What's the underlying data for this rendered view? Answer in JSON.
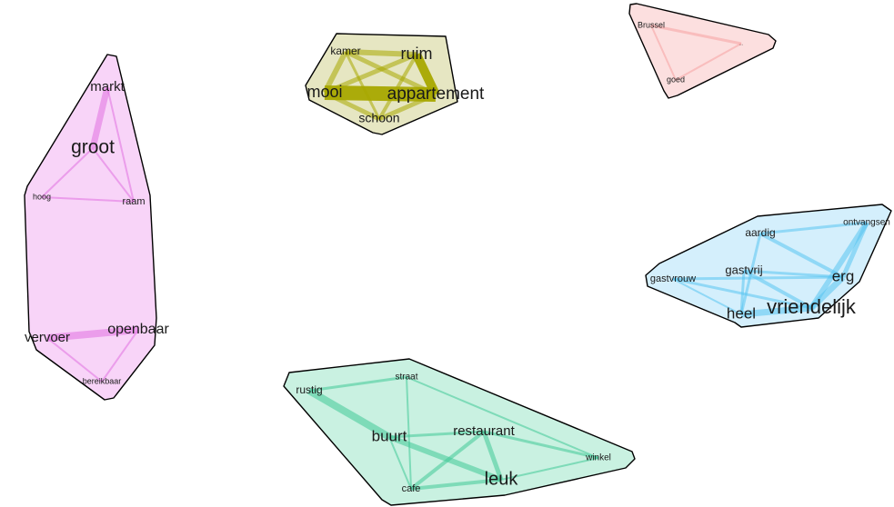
{
  "diagram": {
    "type": "word co-occurrence network",
    "clusters": [
      {
        "id": "magenta",
        "color": "#f0a0f0",
        "edge_color": "#e070e0",
        "nodes": [
          {
            "id": "markt",
            "label": "markt"
          },
          {
            "id": "groot",
            "label": "groot"
          },
          {
            "id": "hoog",
            "label": "hoog"
          },
          {
            "id": "raam",
            "label": "raam"
          },
          {
            "id": "vervoer",
            "label": "vervoer"
          },
          {
            "id": "openbaar",
            "label": "openbaar"
          },
          {
            "id": "bereikbaar",
            "label": "bereikbaar"
          }
        ],
        "edges": [
          [
            "markt",
            "groot"
          ],
          [
            "groot",
            "hoog"
          ],
          [
            "groot",
            "raam"
          ],
          [
            "hoog",
            "raam"
          ],
          [
            "markt",
            "raam"
          ],
          [
            "vervoer",
            "openbaar"
          ],
          [
            "vervoer",
            "bereikbaar"
          ],
          [
            "openbaar",
            "bereikbaar"
          ]
        ]
      },
      {
        "id": "olive",
        "color": "#c8c878",
        "edge_color": "#a8a800",
        "nodes": [
          {
            "id": "kamer",
            "label": "kamer"
          },
          {
            "id": "ruim",
            "label": "ruim"
          },
          {
            "id": "mooi",
            "label": "mooi"
          },
          {
            "id": "appartement",
            "label": "appartement"
          },
          {
            "id": "schoon",
            "label": "schoon"
          }
        ],
        "edges": [
          [
            "mooi",
            "appartement"
          ],
          [
            "ruim",
            "appartement"
          ],
          [
            "kamer",
            "ruim"
          ],
          [
            "kamer",
            "mooi"
          ],
          [
            "kamer",
            "appartement"
          ],
          [
            "mooi",
            "ruim"
          ],
          [
            "mooi",
            "schoon"
          ],
          [
            "schoon",
            "appartement"
          ],
          [
            "schoon",
            "ruim"
          ],
          [
            "kamer",
            "schoon"
          ]
        ]
      },
      {
        "id": "red",
        "color": "#f8b8b8",
        "edge_color": "#f5a0a0",
        "nodes": [
          {
            "id": "brussel",
            "label": "Brussel"
          },
          {
            "id": "dots",
            "label": "..."
          },
          {
            "id": "goed",
            "label": "goed"
          }
        ],
        "edges": [
          [
            "brussel",
            "dots"
          ],
          [
            "brussel",
            "goed"
          ],
          [
            "goed",
            "dots"
          ]
        ]
      },
      {
        "id": "blue",
        "color": "#a0dcf8",
        "edge_color": "#58c4f0",
        "nodes": [
          {
            "id": "aardig",
            "label": "aardig"
          },
          {
            "id": "ontvangsen",
            "label": "ontvangsen"
          },
          {
            "id": "gastvrouw",
            "label": "gastvrouw"
          },
          {
            "id": "gastvrij",
            "label": "gastvrij"
          },
          {
            "id": "erg",
            "label": "erg"
          },
          {
            "id": "heel",
            "label": "heel"
          },
          {
            "id": "vriendelijk",
            "label": "vriendelijk"
          }
        ],
        "edges": [
          [
            "erg",
            "vriendelijk"
          ],
          [
            "heel",
            "vriendelijk"
          ],
          [
            "ontvangsen",
            "vriendelijk"
          ],
          [
            "ontvangsen",
            "erg"
          ],
          [
            "aardig",
            "erg"
          ],
          [
            "aardig",
            "heel"
          ],
          [
            "aardig",
            "ontvangsen"
          ],
          [
            "gastvrouw",
            "erg"
          ],
          [
            "gastvrouw",
            "vriendelijk"
          ],
          [
            "gastvrij",
            "vriendelijk"
          ],
          [
            "gastvrij",
            "erg"
          ],
          [
            "gastvrouw",
            "heel"
          ],
          [
            "gastvrij",
            "heel"
          ]
        ]
      },
      {
        "id": "green",
        "color": "#88e0bc",
        "edge_color": "#40c898",
        "nodes": [
          {
            "id": "rustig",
            "label": "rustig"
          },
          {
            "id": "straat",
            "label": "straat"
          },
          {
            "id": "buurt",
            "label": "buurt"
          },
          {
            "id": "restaurant",
            "label": "restaurant"
          },
          {
            "id": "leuk",
            "label": "leuk"
          },
          {
            "id": "winkel",
            "label": "winkel"
          },
          {
            "id": "cafe",
            "label": "cafe"
          }
        ],
        "edges": [
          [
            "rustig",
            "buurt"
          ],
          [
            "buurt",
            "leuk"
          ],
          [
            "rustig",
            "straat"
          ],
          [
            "straat",
            "cafe"
          ],
          [
            "restaurant",
            "leuk"
          ],
          [
            "buurt",
            "restaurant"
          ],
          [
            "cafe",
            "leuk"
          ],
          [
            "cafe",
            "restaurant"
          ],
          [
            "restaurant",
            "winkel"
          ],
          [
            "straat",
            "winkel"
          ],
          [
            "leuk",
            "winkel"
          ],
          [
            "cafe",
            "buurt"
          ]
        ]
      }
    ]
  }
}
